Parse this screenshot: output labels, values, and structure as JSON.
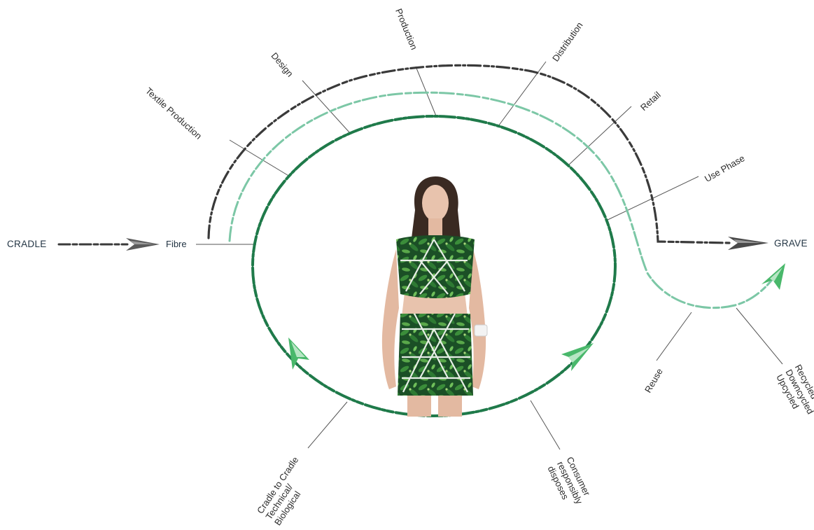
{
  "labels": {
    "cradle": "CRADLE",
    "grave": "GRAVE",
    "fibre": "Fibre",
    "textile_production": "Textile Production",
    "design": "Design",
    "production": "Production",
    "distribution": "Distribution",
    "retail": "Retail",
    "use_phase": "Use Phase",
    "reuse": "Reuse",
    "recycled": "Recycled\nDowncycled\nUpcycled",
    "consumer": "Consumer\nresponsibly\ndisposes",
    "cradle_to_cradle": "Cradle to Cradle\nTechnical/\nBiological"
  },
  "colors": {
    "dark_path": "#3a3a3a",
    "light_green": "#7cc7a6",
    "dark_green": "#1f7a4a",
    "arrow_green": "#49b86b",
    "leader": "#555555"
  },
  "figure": {
    "icon": "model-wearing-jungle-print-dress"
  }
}
